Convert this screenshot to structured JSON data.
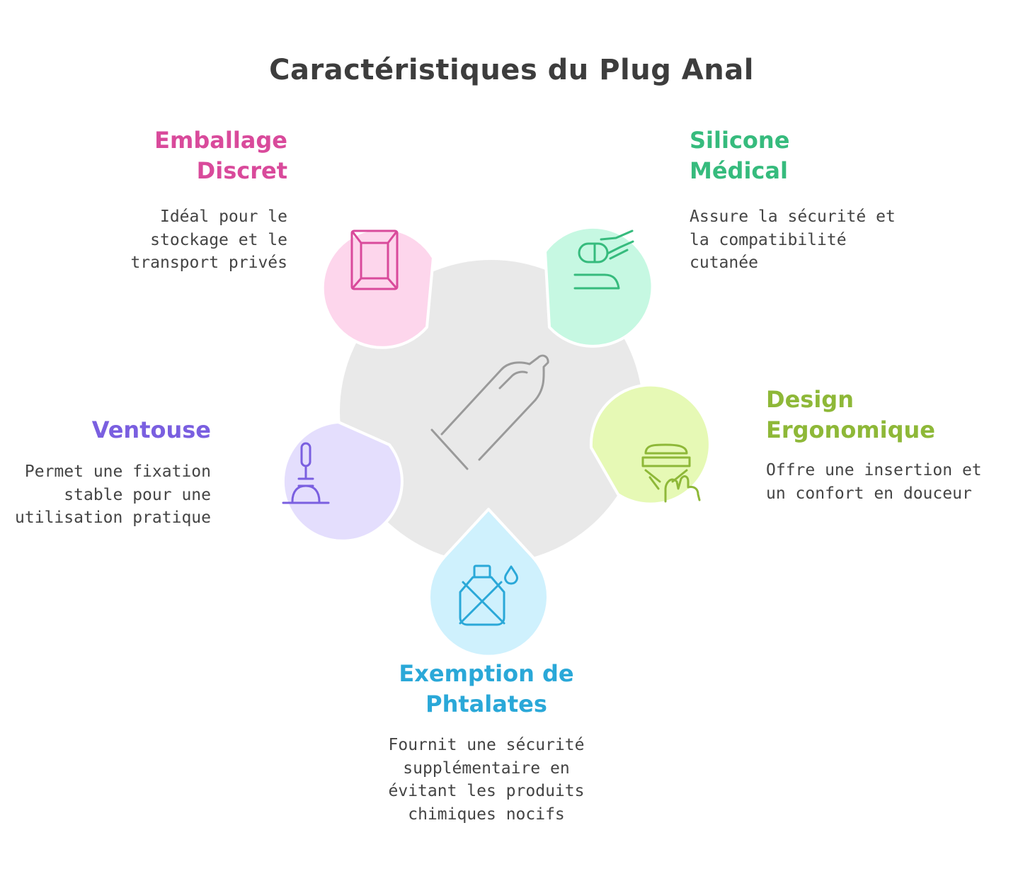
{
  "title": "Caractéristiques du Plug Anal",
  "colors": {
    "center": "#e9e9e9",
    "emballage_fill": "#fdd6ec",
    "emballage_accent": "#d94a9b",
    "silicone_fill": "#c6f8e2",
    "silicone_accent": "#36bb7d",
    "design_fill": "#e6f9b5",
    "design_accent": "#8eb838",
    "phtalates_fill": "#cff1fd",
    "phtalates_accent": "#2aa8d8",
    "ventouse_fill": "#e4defd",
    "ventouse_accent": "#7a5fe0",
    "center_icon": "#9a9a9a"
  },
  "center": {
    "icon": "condom-icon"
  },
  "items": {
    "emballage": {
      "title_lines": [
        "Emballage",
        "Discret"
      ],
      "desc_lines": [
        "Idéal pour le",
        "stockage et le",
        "transport privés"
      ],
      "icon": "envelope-icon"
    },
    "silicone": {
      "title_lines": [
        "Silicone",
        "Médical"
      ],
      "desc_lines": [
        "Assure la sécurité et",
        "la compatibilité",
        "cutanée"
      ],
      "icon": "medical-hand-pill-icon"
    },
    "design": {
      "title_lines": [
        "Design",
        "Ergonomique"
      ],
      "desc_lines": [
        "Offre une insertion et",
        "un confort en douceur"
      ],
      "icon": "ergonomic-hand-icon"
    },
    "phtalates": {
      "title_lines": [
        "Exemption de",
        "Phtalates"
      ],
      "desc_lines": [
        "Fournit une sécurité",
        "supplémentaire en",
        "évitant les produits",
        "chimiques nocifs"
      ],
      "icon": "no-chemical-bottle-icon"
    },
    "ventouse": {
      "title_lines": [
        "Ventouse"
      ],
      "desc_lines": [
        "Permet une fixation",
        "stable pour une",
        "utilisation pratique"
      ],
      "icon": "suction-cup-icon"
    }
  }
}
